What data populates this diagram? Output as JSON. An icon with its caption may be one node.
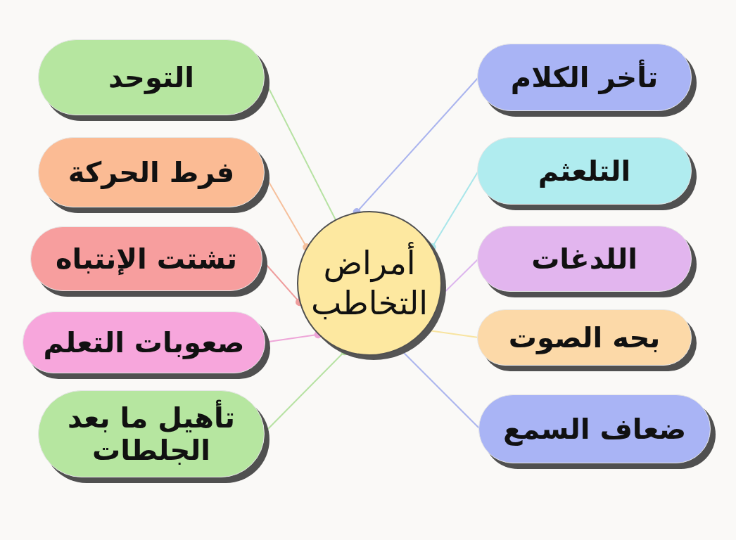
{
  "diagram": {
    "nodes": [
      {
        "text": [
          "أمراض التخاطب"
        ]
      },
      {
        "text": [
          "تأخر الكلام"
        ]
      },
      {
        "text": [
          "التلعثم"
        ]
      },
      {
        "text": [
          "اللدغات"
        ]
      },
      {
        "text": [
          "بحه الصوت"
        ]
      },
      {
        "text": [
          "ضعاف السمع"
        ]
      },
      {
        "text": [
          "التوحد"
        ]
      },
      {
        "text": [
          "فرط الحركة"
        ]
      },
      {
        "text": [
          "تشتت الإنتباه"
        ]
      },
      {
        "text": [
          "صعوبات التعلم"
        ]
      },
      {
        "text": [
          "تأهيل ما بعد الجلطات"
        ]
      }
    ],
    "edges": [
      {
        "from": 0,
        "to": 1,
        "arrow": "other",
        "color": "#aab4ee"
      },
      {
        "from": 0,
        "to": 2,
        "arrow": "other",
        "color": "#a8e6ea"
      },
      {
        "from": 0,
        "to": 3,
        "arrow": "other",
        "color": "#dcb4ee"
      },
      {
        "from": 0,
        "to": 4,
        "arrow": "other",
        "color": "#f8e4a0"
      },
      {
        "from": 0,
        "to": 5,
        "arrow": "other",
        "color": "#aab4ee"
      },
      {
        "from": 0,
        "to": 6,
        "arrow": "none",
        "color": "#b6e2a2"
      },
      {
        "from": 0,
        "to": 7,
        "arrow": "other",
        "color": "#f6c09c"
      },
      {
        "from": 0,
        "to": 8,
        "arrow": "other",
        "color": "#ef9c9c"
      },
      {
        "from": 0,
        "to": 9,
        "arrow": "other",
        "color": "#eea6d8"
      },
      {
        "from": 0,
        "to": 10,
        "arrow": "other",
        "color": "#b6e2a2"
      }
    ]
  }
}
